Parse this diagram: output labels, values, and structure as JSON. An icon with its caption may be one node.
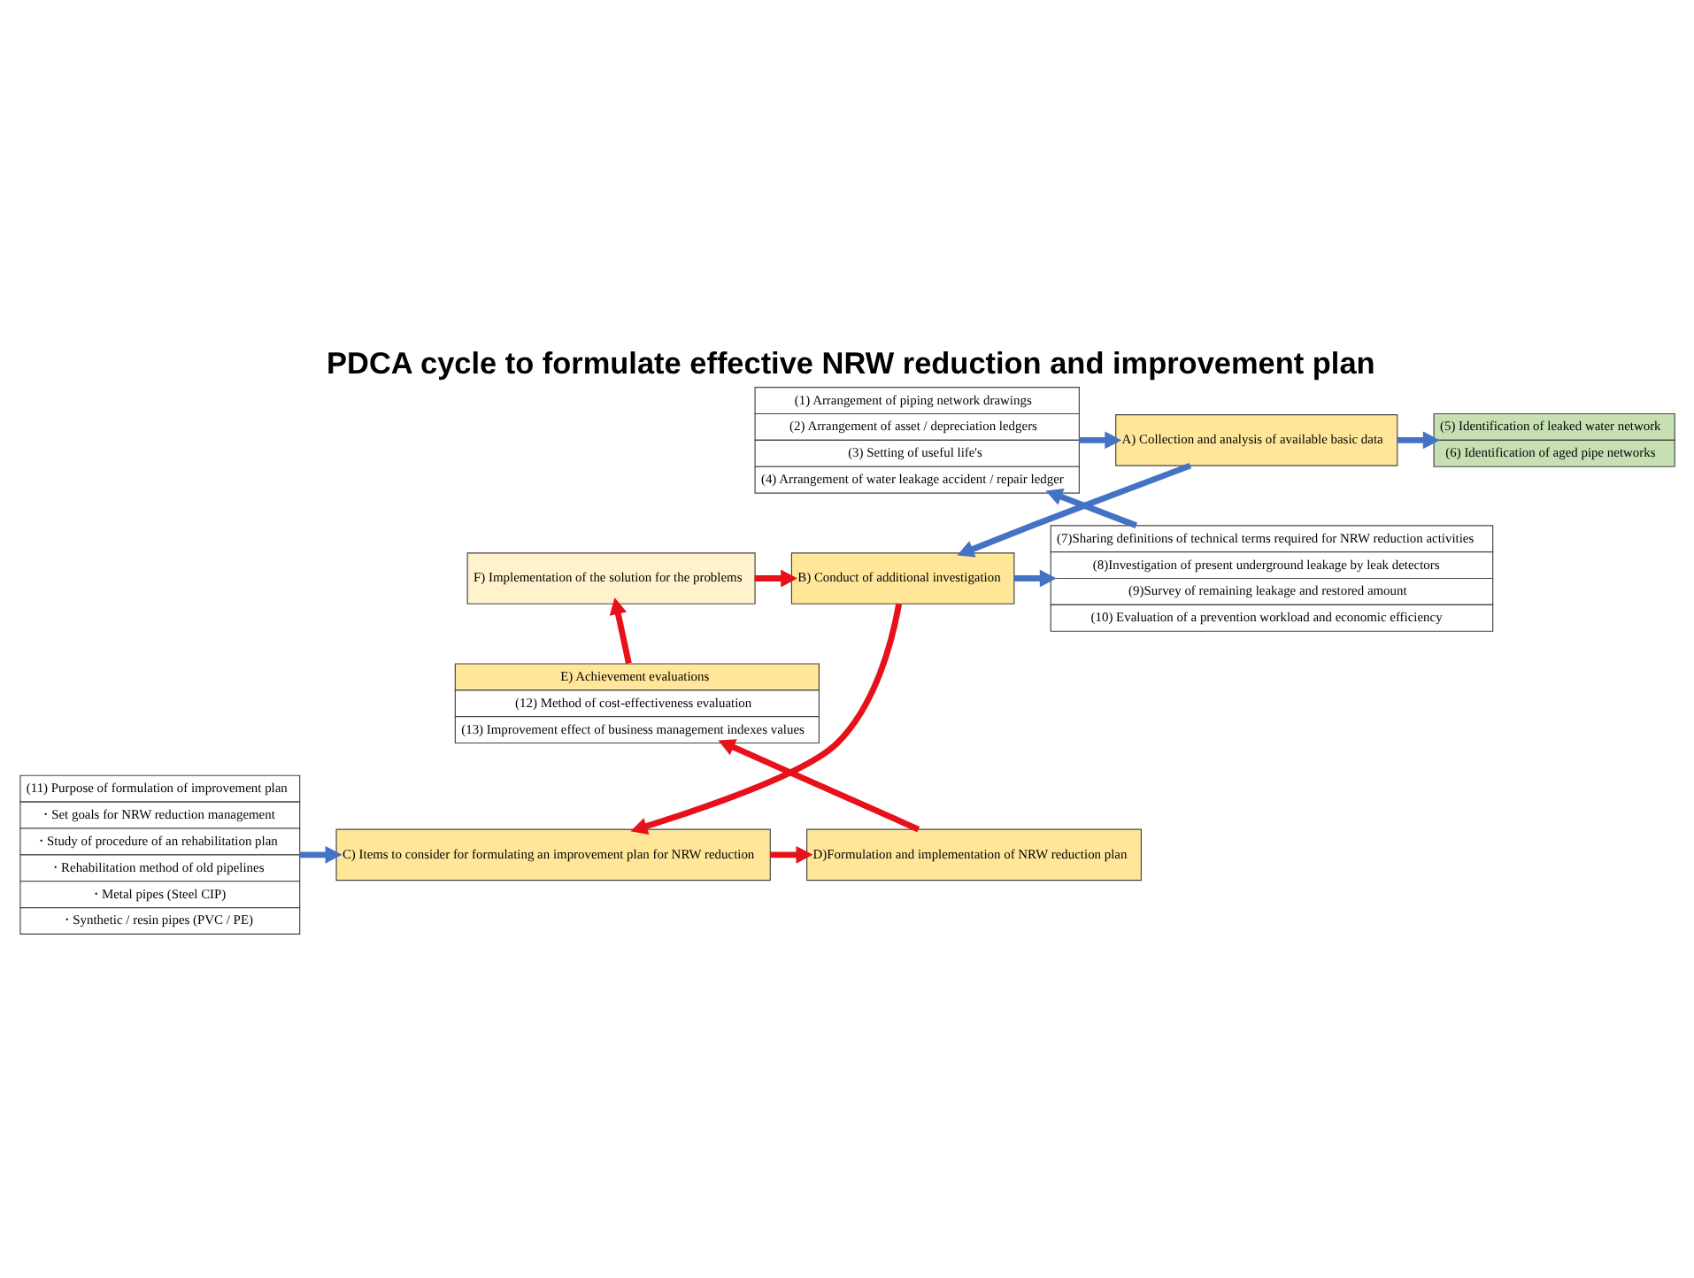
{
  "diagram": {
    "title": "PDCA cycle to formulate effective NRW reduction and improvement plan",
    "nodes": [
      {
        "text": [
          "A) Collection and analysis of available basic data"
        ]
      },
      {
        "text": [
          "(1) Arrangement of piping network drawings",
          "(2) Arrangement of asset / depreciation ledgers",
          "(3) Setting of useful life's",
          "(4) Arrangement of water leakage accident / repair ledger"
        ]
      },
      {
        "text": [
          "(5) Identification of leaked water network",
          "(6) Identification of aged pipe networks"
        ]
      },
      {
        "text": [
          "B) Conduct of additional investigation"
        ]
      },
      {
        "text": [
          "(7)Sharing definitions of technical terms required for NRW reduction activities",
          "(8)Investigation of present underground leakage by leak detectors",
          "(9)Survey of remaining leakage and restored amount",
          "(10) Evaluation of a prevention workload and economic efficiency"
        ]
      },
      {
        "text": [
          "F) Implementation of the solution for the problems"
        ]
      },
      {
        "text": [
          "C) Items to consider for formulating an improvement plan for NRW reduction"
        ]
      },
      {
        "text": [
          "(11) Purpose of formulation of improvement plan",
          "・Set goals for NRW reduction management",
          "・Study of procedure of an rehabilitation plan",
          "・Rehabilitation method of old pipelines",
          "・Metal pipes (Steel CIP)",
          "・Synthetic / resin pipes (PVC / PE)"
        ]
      },
      {
        "text": [
          "D)Formulation and implementation of NRW reduction plan"
        ]
      },
      {
        "text": [
          "E) Achievement evaluations",
          "(12) Method of cost-effectiveness evaluation",
          "(13) Improvement effect of business management indexes values"
        ]
      }
    ],
    "edges": [
      {
        "from": 1,
        "to": 0,
        "arrow": "to"
      },
      {
        "from": 0,
        "to": 2,
        "arrow": "to"
      },
      {
        "from": 0,
        "to": 3,
        "arrow": "to"
      },
      {
        "from": 4,
        "to": 1,
        "arrow": "to"
      },
      {
        "from": 3,
        "to": 4,
        "arrow": "to"
      },
      {
        "from": 5,
        "to": 3,
        "arrow": "to",
        "color": "#e8101a"
      },
      {
        "from": 3,
        "to": 6,
        "arrow": "to",
        "color": "#e8101a"
      },
      {
        "from": 7,
        "to": 6,
        "arrow": "to"
      },
      {
        "from": 6,
        "to": 8,
        "arrow": "to",
        "color": "#e8101a"
      },
      {
        "from": 8,
        "to": 9,
        "arrow": "to",
        "color": "#e8101a"
      },
      {
        "from": 9,
        "to": 5,
        "arrow": "to",
        "color": "#e8101a"
      }
    ]
  }
}
